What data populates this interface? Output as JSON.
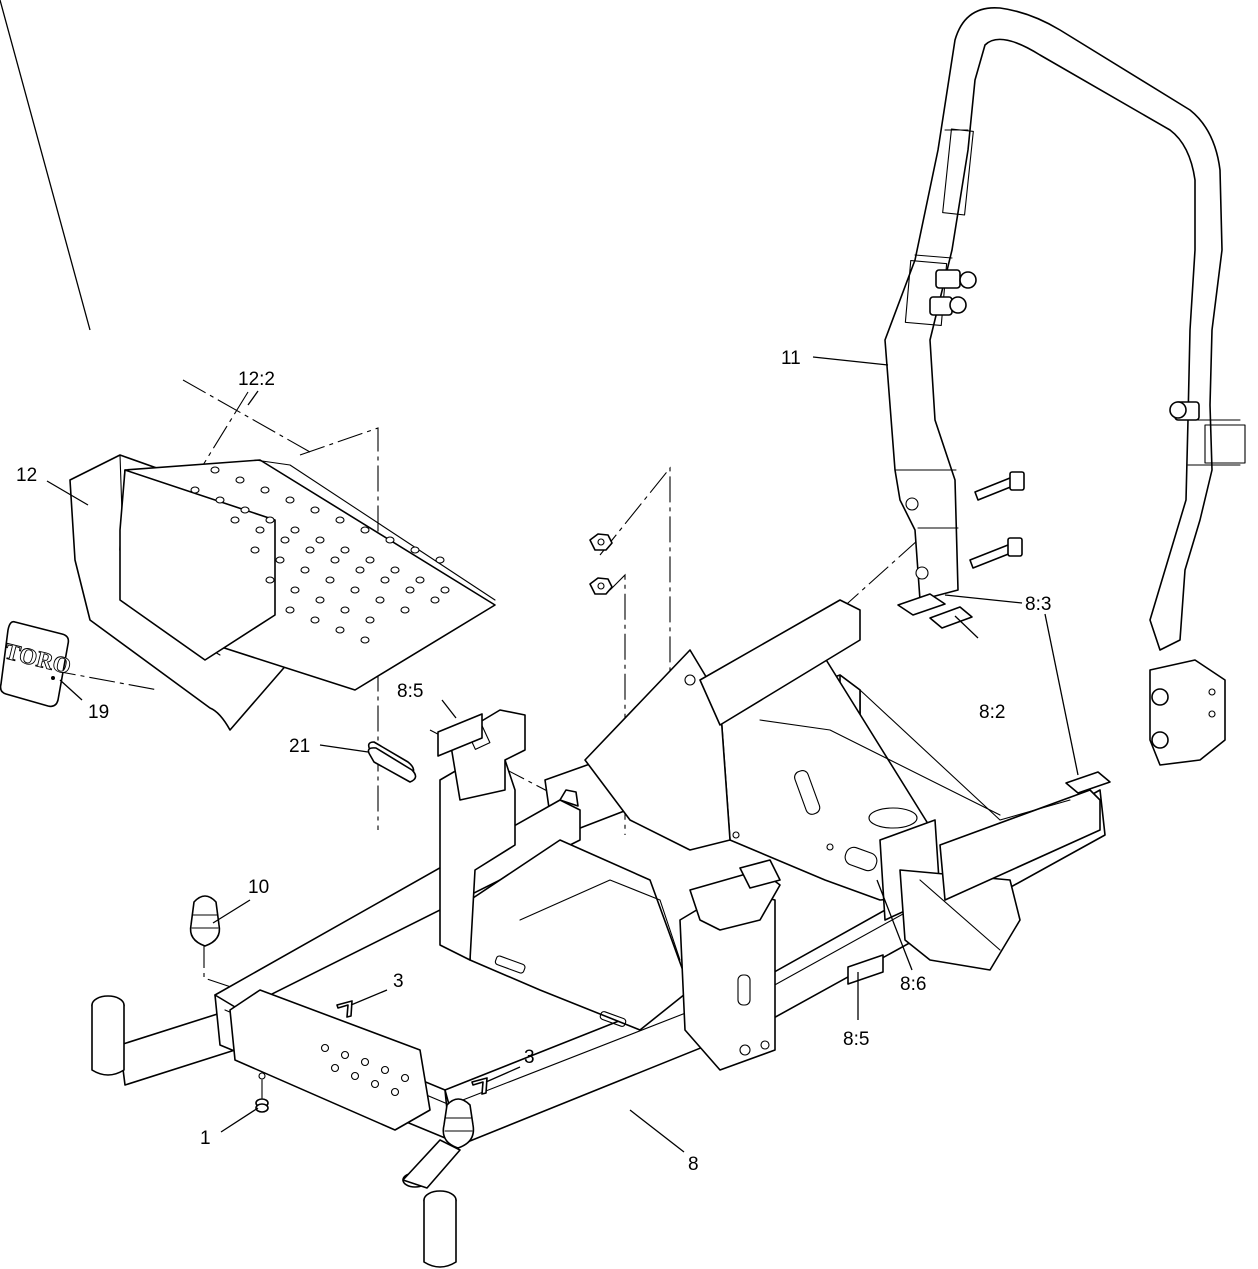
{
  "callouts": {
    "c1": "1",
    "c3a": "3",
    "c3b": "3",
    "c8": "8",
    "c8_2": "8:2",
    "c8_3": "8:3",
    "c8_5a": "8:5",
    "c8_5b": "8:5",
    "c8_6": "8:6",
    "c10": "10",
    "c11": "11",
    "c12": "12",
    "c12_2": "12:2",
    "c19": "19",
    "c21": "21"
  },
  "logo": {
    "text": "TORO"
  }
}
